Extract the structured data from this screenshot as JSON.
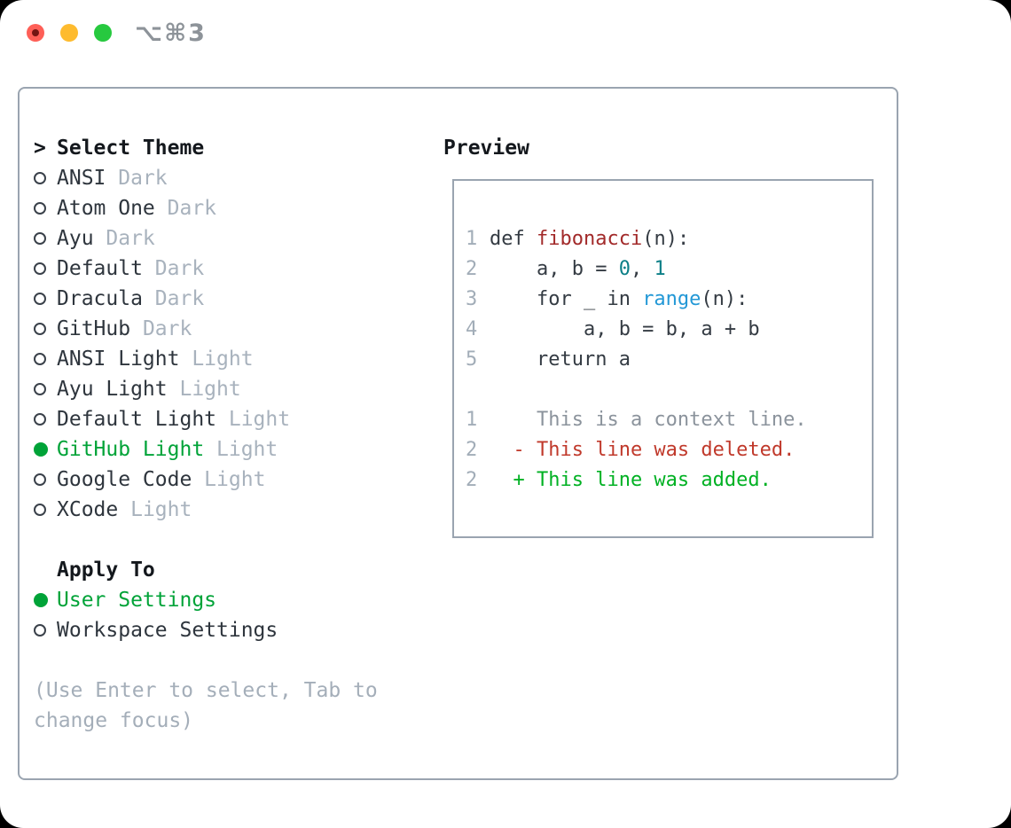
{
  "window": {
    "title": "⌥⌘3"
  },
  "traffic_lights": [
    {
      "name": "close-button",
      "color": "#fe5f57"
    },
    {
      "name": "minimize-button",
      "color": "#febb2e"
    },
    {
      "name": "zoom-button",
      "color": "#27c93f"
    }
  ],
  "colors": {
    "selection_green": "#00a338",
    "added_green": "#00b123",
    "deleted_red": "#c0392b",
    "function_red": "#a22a2a",
    "builtin_blue": "#2398d6",
    "number_teal": "#0c7f87",
    "muted_gray": "#a8b2bd",
    "border_gray": "#9aa4b0"
  },
  "theme_picker": {
    "heading_prefix": ">",
    "heading": "Select Theme",
    "items": [
      {
        "name": "ANSI",
        "variant": "Dark",
        "selected": false
      },
      {
        "name": "Atom One",
        "variant": "Dark",
        "selected": false
      },
      {
        "name": "Ayu",
        "variant": "Dark",
        "selected": false
      },
      {
        "name": "Default",
        "variant": "Dark",
        "selected": false
      },
      {
        "name": "Dracula",
        "variant": "Dark",
        "selected": false
      },
      {
        "name": "GitHub",
        "variant": "Dark",
        "selected": false
      },
      {
        "name": "ANSI Light",
        "variant": "Light",
        "selected": false
      },
      {
        "name": "Ayu Light",
        "variant": "Light",
        "selected": false
      },
      {
        "name": "Default Light",
        "variant": "Light",
        "selected": false
      },
      {
        "name": "GitHub Light",
        "variant": "Light",
        "selected": true
      },
      {
        "name": "Google Code",
        "variant": "Light",
        "selected": false
      },
      {
        "name": "XCode",
        "variant": "Light",
        "selected": false
      }
    ],
    "apply_to": {
      "heading": "Apply To",
      "options": [
        {
          "name": "User Settings",
          "selected": true
        },
        {
          "name": "Workspace Settings",
          "selected": false
        }
      ]
    },
    "hint_line1": "(Use Enter to select, Tab to",
    "hint_line2": "change focus)"
  },
  "preview": {
    "heading": "Preview",
    "lines": [
      {
        "num": "1",
        "segments": [
          {
            "t": "def ",
            "c": "code"
          },
          {
            "t": "fibonacci",
            "c": "func"
          },
          {
            "t": "(n):",
            "c": "code"
          }
        ]
      },
      {
        "num": "2",
        "segments": [
          {
            "t": "    a, b = ",
            "c": "code"
          },
          {
            "t": "0",
            "c": "num"
          },
          {
            "t": ", ",
            "c": "code"
          },
          {
            "t": "1",
            "c": "num"
          }
        ]
      },
      {
        "num": "3",
        "segments": [
          {
            "t": "    for _ in ",
            "c": "code"
          },
          {
            "t": "range",
            "c": "builtin"
          },
          {
            "t": "(n):",
            "c": "code"
          }
        ]
      },
      {
        "num": "4",
        "segments": [
          {
            "t": "        a, b = b, a + b",
            "c": "code"
          }
        ]
      },
      {
        "num": "5",
        "segments": [
          {
            "t": "    return a",
            "c": "code"
          }
        ]
      },
      {
        "num": "",
        "segments": []
      },
      {
        "num": "1",
        "segments": [
          {
            "t": "    This is a context line.",
            "c": "context"
          }
        ]
      },
      {
        "num": "2",
        "segments": [
          {
            "t": "  - This line was deleted.",
            "c": "deleted"
          }
        ]
      },
      {
        "num": "2",
        "segments": [
          {
            "t": "  + This line was added.",
            "c": "added"
          }
        ]
      }
    ]
  }
}
